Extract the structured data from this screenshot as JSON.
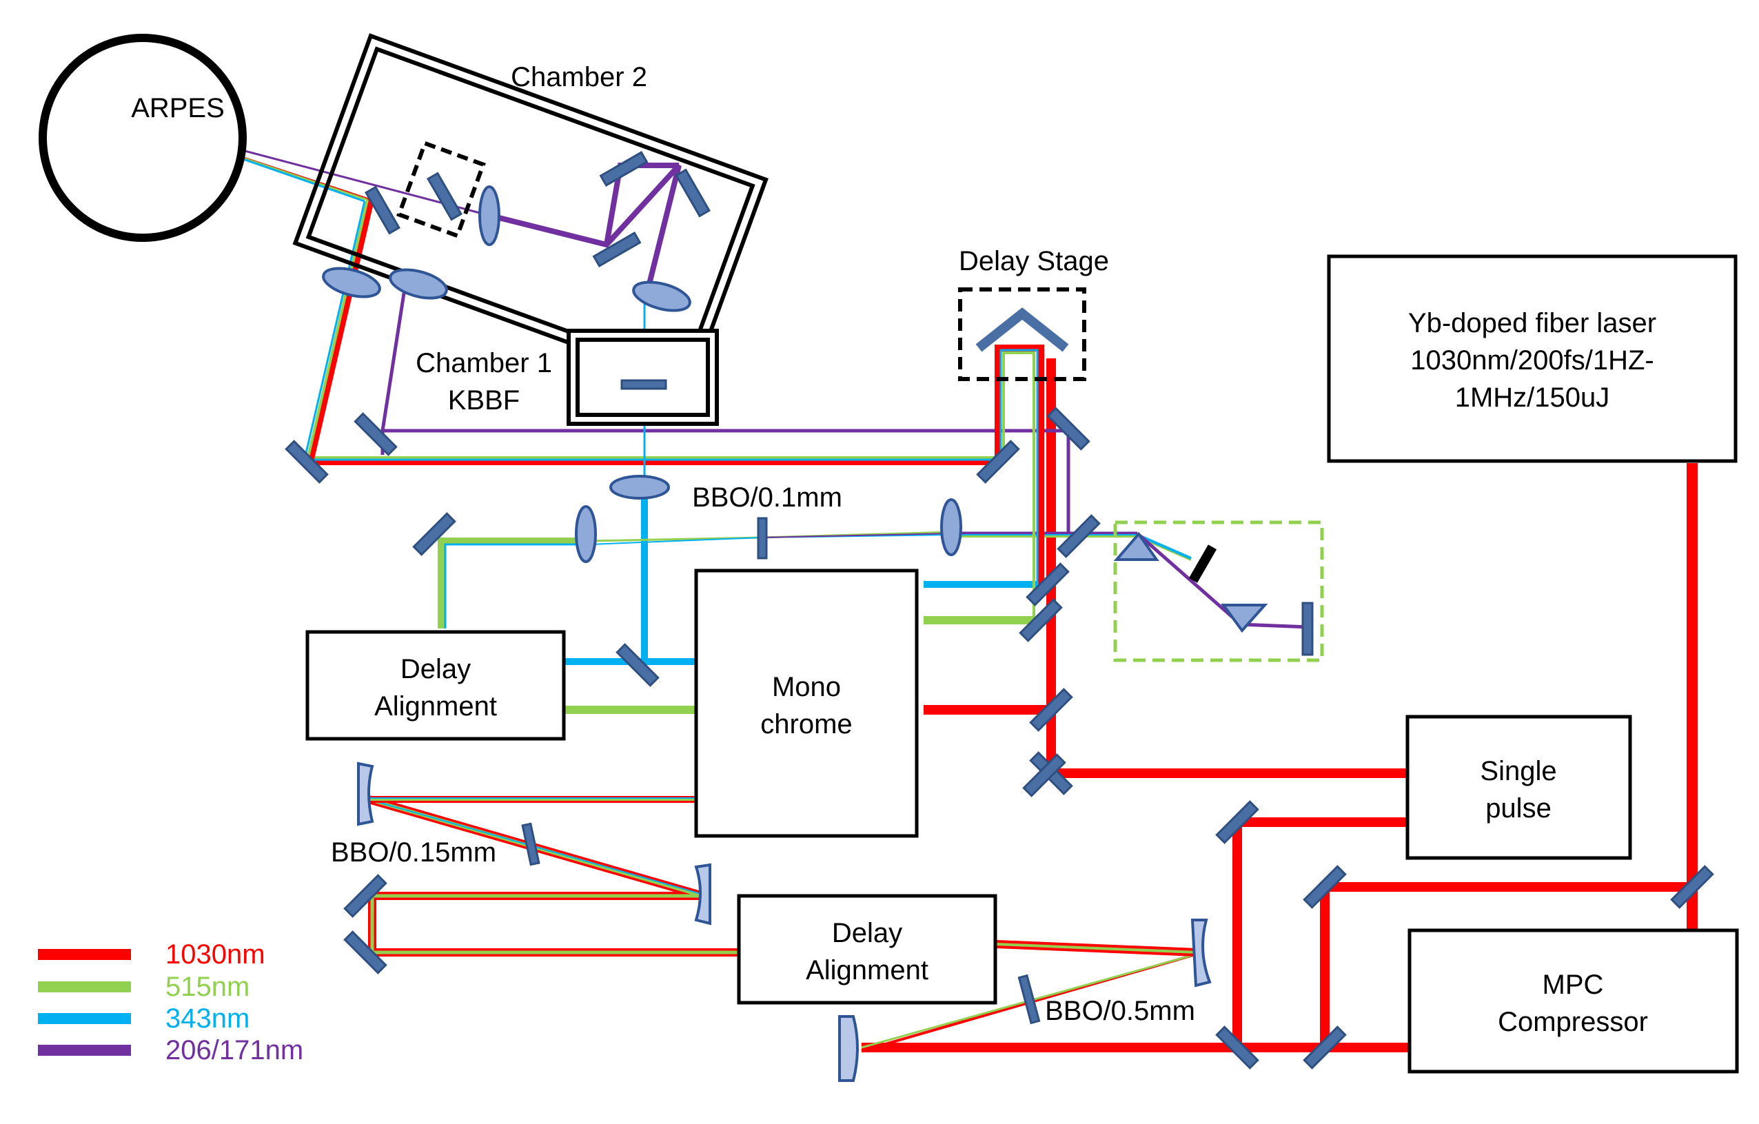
{
  "colors": {
    "1030": "#ff0000",
    "515": "#92d050",
    "343": "#00b0f0",
    "206": "#7030a0",
    "dashed_green": "#92d050"
  },
  "labels": {
    "arpes": "ARPES",
    "chamber2": "Chamber 2",
    "chamber1_line1": "Chamber 1",
    "chamber1_line2": "KBBF",
    "delay_stage": "Delay Stage",
    "laser_line1": "Yb-doped fiber laser",
    "laser_line2": "1030nm/200fs/1HZ-",
    "laser_line3": "1MHz/150uJ",
    "bbo_01": "BBO/0.1mm",
    "bbo_015": "BBO/0.15mm",
    "bbo_05": "BBO/0.5mm",
    "delay_align_1_line1": "Delay",
    "delay_align_1_line2": "Alignment",
    "delay_align_2_line1": "Delay",
    "delay_align_2_line2": "Alignment",
    "mono_line1": "Mono",
    "mono_line2": "chrome",
    "single_line1": "Single",
    "single_line2": "pulse",
    "mpc_line1": "MPC",
    "mpc_line2": "Compressor"
  },
  "legend": [
    {
      "label": "1030nm",
      "color": "#ff0000"
    },
    {
      "label": "515nm",
      "color": "#92d050"
    },
    {
      "label": "343nm",
      "color": "#00b0f0"
    },
    {
      "label": "206/171nm",
      "color": "#7030a0"
    }
  ]
}
